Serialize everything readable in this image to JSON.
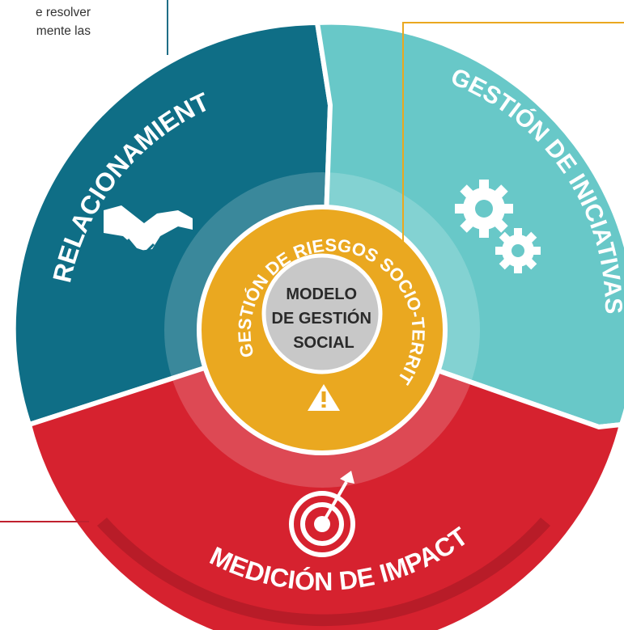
{
  "body_text": {
    "line1": "e resolver",
    "line2": "mente las"
  },
  "diagram": {
    "segments": {
      "relacionamiento": {
        "label": "RELACIONAMIENTO",
        "icon": "handshake-icon",
        "color": "#0f6e86"
      },
      "gestion_iniciativas": {
        "label": "GESTIÓN DE INICIATIVAS",
        "icon": "gears-icon",
        "color": "#68c8c8"
      },
      "medicion_impacto": {
        "label": "MEDICIÓN DE IMPACTO",
        "icon": "target-icon",
        "color": "#d6222f"
      }
    },
    "ring": {
      "label": "GESTIÓN DE RIESGOS SOCIO-TERRITORIALES",
      "icon": "warning-icon",
      "color": "#eaa820"
    },
    "center": {
      "line1": "MODELO",
      "line2": "DE GESTIÓN",
      "line3": "SOCIAL",
      "color": "#c8c8c8"
    }
  },
  "colors": {
    "leader_teal": "#1f6e87",
    "leader_orange": "#eaa820",
    "leader_red": "#c0202e"
  }
}
